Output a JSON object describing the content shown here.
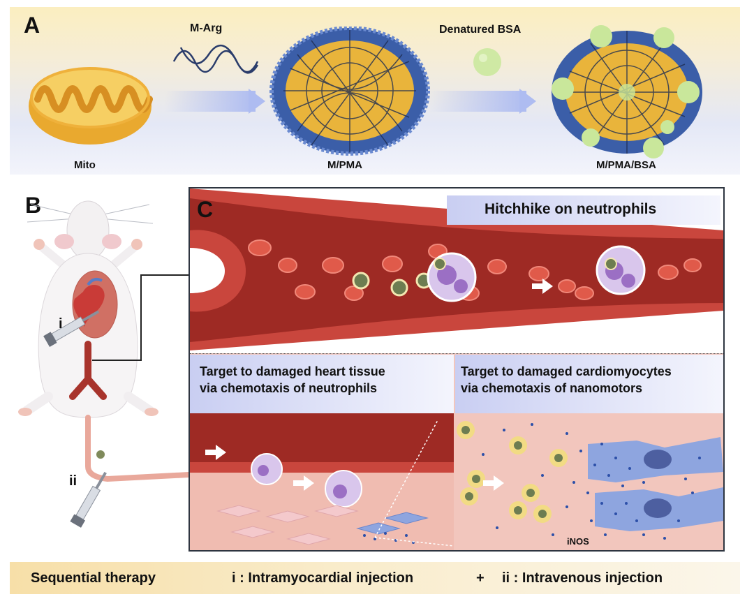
{
  "panel_a": {
    "letter": "A",
    "mito_label": "Mito",
    "reagent_label": "M-Arg",
    "mpma_label": "M/PMA",
    "bsa_label": "Denatured BSA",
    "mpmabsa_label": "M/PMA/BSA"
  },
  "panel_b": {
    "letter": "B",
    "marker_i": "i",
    "marker_ii": "ii"
  },
  "panel_c": {
    "letter": "C",
    "hitchhike_label": "Hitchhike on neutrophils",
    "target_heart_line1": "Target to damaged heart tissue",
    "target_heart_line2": "via chemotaxis of neutrophils",
    "target_cardio_line1": "Target to damaged cardiomyocytes",
    "target_cardio_line2": "via chemotaxis of nanomotors",
    "inos_label": "iNOS"
  },
  "bottom_bar": {
    "title": "Sequential therapy",
    "step_i": "i :  Intramyocardial injection",
    "plus": "+",
    "step_ii": "ii :  Intravenous injection"
  },
  "colors": {
    "vessel_dark": "#9e2a24",
    "vessel_wall": "#c9463d",
    "rbc": "#e05a4a",
    "neutrophil": "#c7aee0",
    "nanoparticle_core": "#f2c14a",
    "nanoparticle_shell": "#3f5a9a",
    "bsa": "#c9e79b",
    "nos_dot": "#2c4fa8",
    "cardiomyocyte": "#8ea5df"
  }
}
